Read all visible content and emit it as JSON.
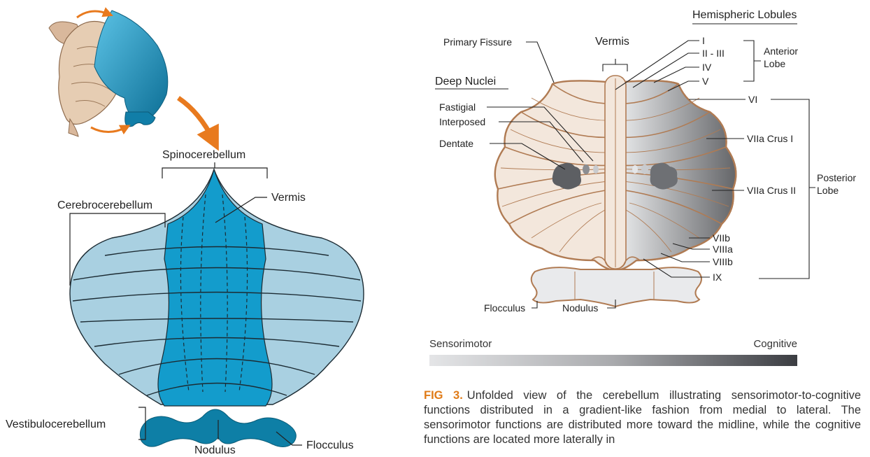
{
  "left_diagram": {
    "spinocerebellum": "Spinocerebellum",
    "cerebrocerebellum": "Cerebrocerebellum",
    "vermis": "Vermis",
    "vestibulocerebellum": "Vestibulocerebellum",
    "nodulus": "Nodulus",
    "flocculus": "Flocculus",
    "colors": {
      "hemisphere": "#a9d0e1",
      "vermis": "#139ccc",
      "floccular": "#0e7fa6",
      "arrow": "#e87a1e"
    }
  },
  "right_diagram": {
    "hemispheric_lobules": "Hemispheric Lobules",
    "vermis": "Vermis",
    "primary_fissure": "Primary Fissure",
    "deep_nuclei": "Deep Nuclei",
    "fastigial": "Fastigial",
    "interposed": "Interposed",
    "dentate": "Dentate",
    "lobule_I": "I",
    "lobule_II_III": "II - III",
    "lobule_IV": "IV",
    "lobule_V": "V",
    "anterior_lobe_1": "Anterior",
    "anterior_lobe_2": "Lobe",
    "lobule_VI": "VI",
    "lobule_VIIa_crus_I": "VIIa Crus I",
    "lobule_VIIa_crus_II": "VIIa Crus II",
    "posterior_lobe_1": "Posterior",
    "posterior_lobe_2": "Lobe",
    "lobule_VIIb": "VIIb",
    "lobule_VIIIa": "VIIIa",
    "lobule_VIIIb": "VIIIb",
    "lobule_IX": "IX",
    "flocculus": "Flocculus",
    "nodulus": "Nodulus",
    "colors": {
      "outline": "#b07b53",
      "tissue": "#f3e7dc",
      "dark": "#5d5f63"
    }
  },
  "gradient": {
    "left": "Sensorimotor",
    "right": "Cognitive"
  },
  "caption": {
    "label": "FIG 3.",
    "text": "Unfolded view of the cerebellum illustrating sensorimotor-to-cognitive functions distributed in a gradient-like fashion from medial to lateral. The sensorimotor functions are distributed more toward the midline, while the cognitive functions are located more laterally in"
  }
}
